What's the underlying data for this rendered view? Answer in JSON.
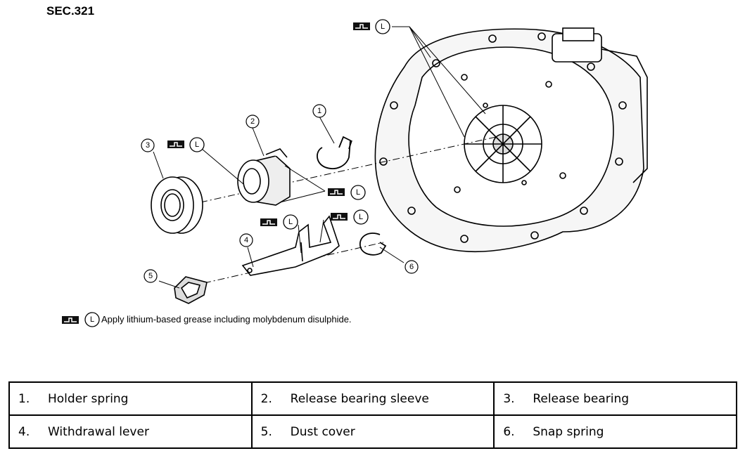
{
  "section": "SEC.321",
  "symbol": {
    "letter": "L"
  },
  "callouts": [
    "1",
    "2",
    "3",
    "4",
    "5",
    "6"
  ],
  "legend": "Apply lithium-based grease including molybdenum disulphide.",
  "parts": [
    {
      "num": "1.",
      "name": "Holder spring"
    },
    {
      "num": "2.",
      "name": "Release bearing sleeve"
    },
    {
      "num": "3.",
      "name": "Release bearing"
    },
    {
      "num": "4.",
      "name": "Withdrawal lever"
    },
    {
      "num": "5.",
      "name": "Dust cover"
    },
    {
      "num": "6.",
      "name": "Snap spring"
    }
  ]
}
